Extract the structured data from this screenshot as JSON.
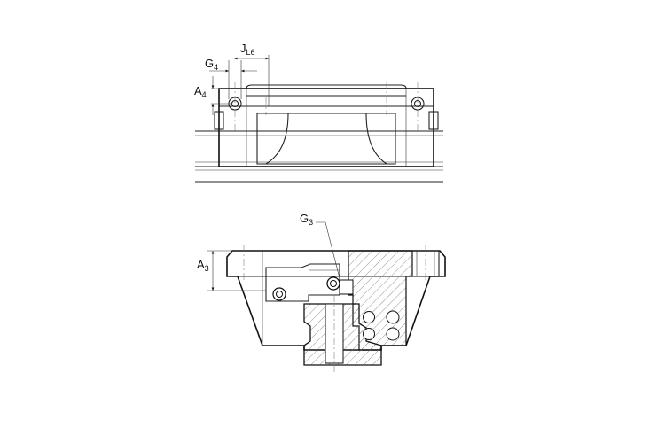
{
  "labels": {
    "g4": {
      "main": "G",
      "sub": "4"
    },
    "jl6": {
      "main": "J",
      "sub": "L6"
    },
    "a4": {
      "main": "A",
      "sub": "4"
    },
    "g3": {
      "main": "G",
      "sub": "3"
    },
    "a3": {
      "main": "A",
      "sub": "3"
    }
  },
  "colors": {
    "line": "#222222",
    "hatch": "#7a7a7a",
    "background": "#ffffff"
  }
}
